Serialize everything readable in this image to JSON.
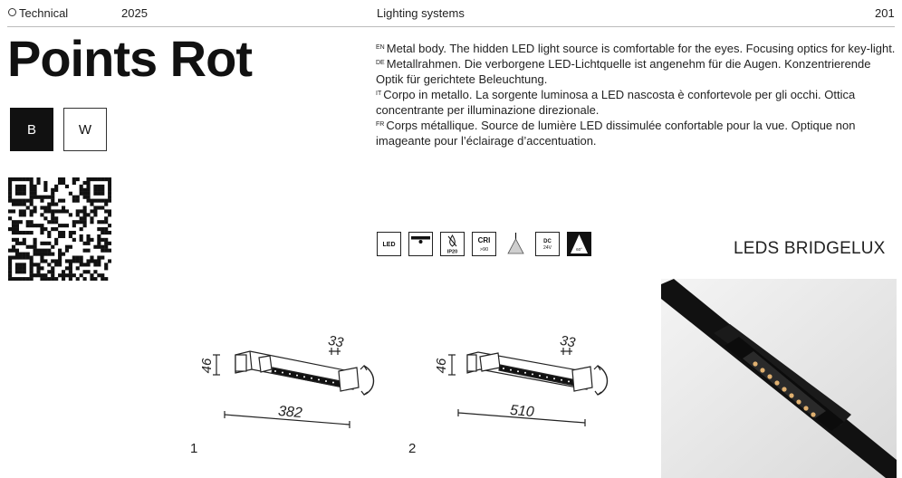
{
  "header": {
    "section_label": "Technical",
    "year": "2025",
    "category": "Lighting systems",
    "page_number": "201"
  },
  "product": {
    "name": "Points Rot",
    "finishes": [
      "B",
      "W"
    ]
  },
  "description": [
    {
      "lang": "EN",
      "text": "Metal body. The hidden LED light source is comfortable for the eyes. Focusing optics for key-light."
    },
    {
      "lang": "DE",
      "text": "Metallrahmen. Die verborgene LED-Lichtquelle ist angenehm für die Augen. Konzentrierende Optik für gerichtete Beleuchtung."
    },
    {
      "lang": "IT",
      "text": "Corpo in metallo. La sorgente luminosa a LED nascosta è confortevole per gli occhi. Ottica concentrante per illuminazione direzionale."
    },
    {
      "lang": "FR",
      "text": "Corps métallique. Source de lumière LED dissimulée confortable pour la vue. Optique non imageante pour l’éclairage d’accentuation."
    }
  ],
  "spec_icons": {
    "led": "LED",
    "ip": "IP20",
    "cri_label": "CRI",
    "cri_value": ">90",
    "dc_label": "DC",
    "dc_value": "24V",
    "beam": "60°"
  },
  "brand_note": "LEDS BRIDGELUX",
  "drawings": [
    {
      "label": "1",
      "height": "46",
      "width_side": "33",
      "length": "382"
    },
    {
      "label": "2",
      "height": "46",
      "width_side": "33",
      "length": "510"
    }
  ]
}
